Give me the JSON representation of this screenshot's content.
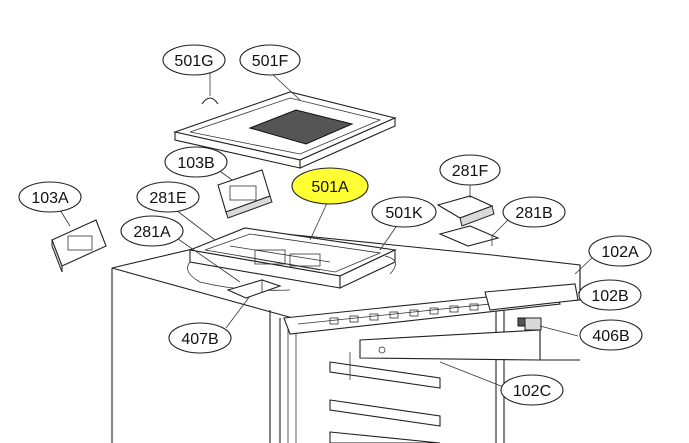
{
  "colors": {
    "highlight": "#ffff33",
    "callout_fill": "#ffffff",
    "stroke": "#222222"
  },
  "callouts": [
    {
      "id": "501G",
      "label": "501G",
      "highlighted": false
    },
    {
      "id": "501F",
      "label": "501F",
      "highlighted": false
    },
    {
      "id": "103B",
      "label": "103B",
      "highlighted": false
    },
    {
      "id": "501A",
      "label": "501A",
      "highlighted": true
    },
    {
      "id": "281F",
      "label": "281F",
      "highlighted": false
    },
    {
      "id": "103A",
      "label": "103A",
      "highlighted": false
    },
    {
      "id": "281E",
      "label": "281E",
      "highlighted": false
    },
    {
      "id": "501K",
      "label": "501K",
      "highlighted": false
    },
    {
      "id": "281B",
      "label": "281B",
      "highlighted": false
    },
    {
      "id": "281A",
      "label": "281A",
      "highlighted": false
    },
    {
      "id": "102A",
      "label": "102A",
      "highlighted": false
    },
    {
      "id": "102B",
      "label": "102B",
      "highlighted": false
    },
    {
      "id": "407B",
      "label": "407B",
      "highlighted": false
    },
    {
      "id": "406B",
      "label": "406B",
      "highlighted": false
    },
    {
      "id": "102C",
      "label": "102C",
      "highlighted": false
    }
  ]
}
